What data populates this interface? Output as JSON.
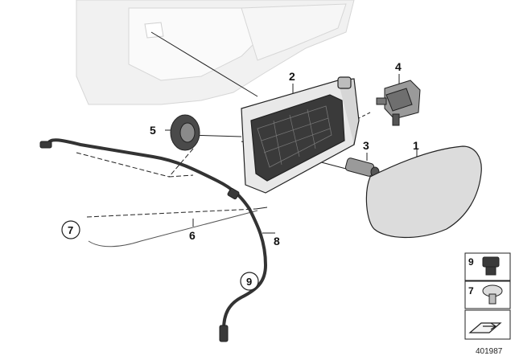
{
  "callouts": {
    "c1": "1",
    "c2": "2",
    "c3": "3",
    "c4": "4",
    "c5": "5",
    "c6": "6",
    "c7_circled": "7",
    "c8": "8",
    "c9_circled": "9"
  },
  "legend": {
    "item_a": "9",
    "item_b": "7"
  },
  "reference_number": "401987",
  "colors": {
    "line": "#222222",
    "part_fill": "#dcdcdc",
    "dark_part": "#3a3a3a",
    "body_panel": "#f1f1f1"
  }
}
